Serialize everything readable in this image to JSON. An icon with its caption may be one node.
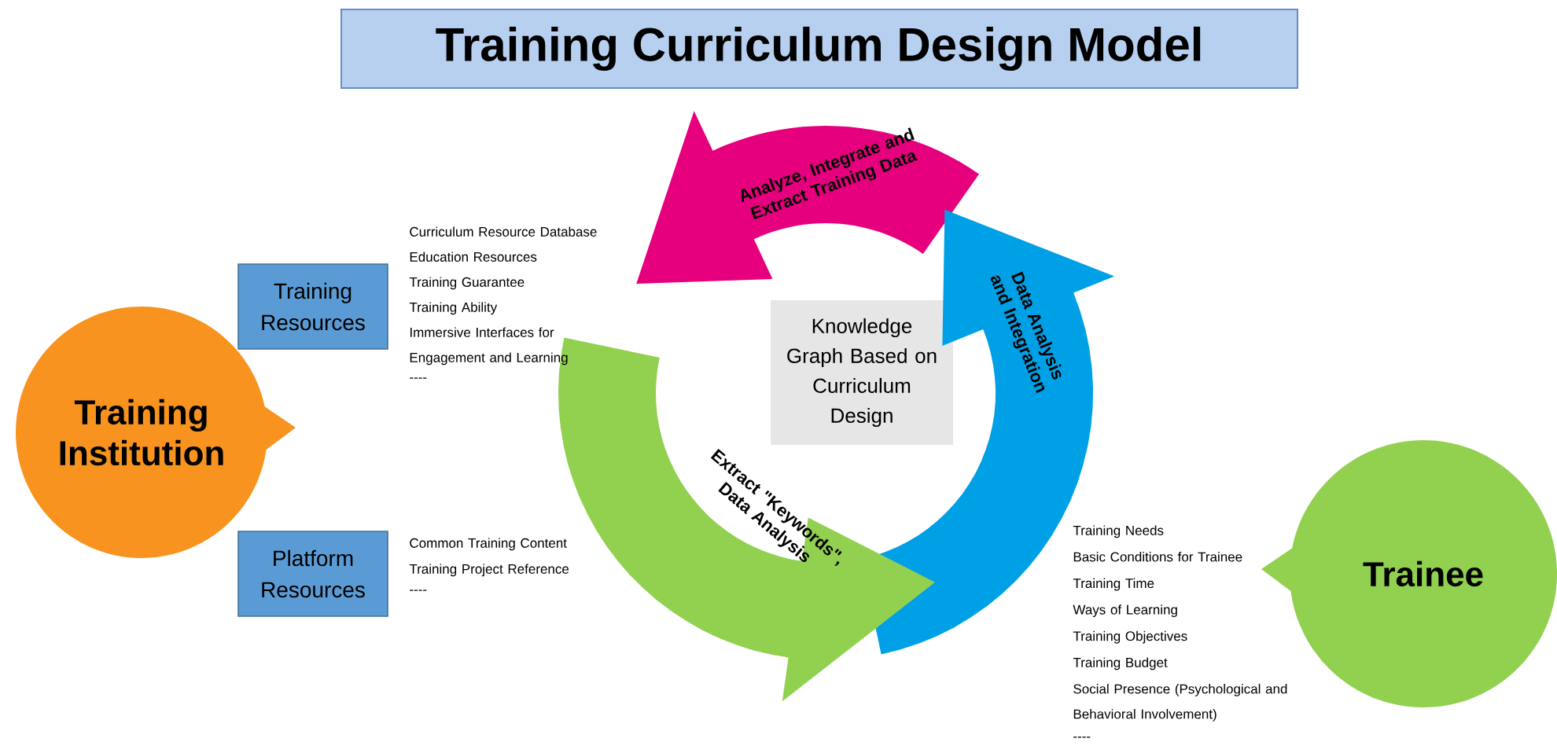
{
  "diagram": {
    "title": "Training Curriculum  Design Model",
    "nodes": [
      {
        "text": [
          "Training Institution"
        ]
      },
      {
        "text": [
          "Training Resources"
        ]
      },
      {
        "text": [
          "Platform Resources"
        ]
      },
      {
        "text": [
          "Knowledge Graph Based on Curriculum Design"
        ]
      },
      {
        "text": [
          "Trainee"
        ]
      },
      {
        "text": [
          "Analyze, Integrate and Extract Training Data"
        ]
      },
      {
        "text": [
          "Data Analysis and Integration"
        ]
      },
      {
        "text": [
          "Extract \"Keywords\", Data Analysis"
        ]
      }
    ],
    "labels": [
      "Curriculum  Resource Database",
      "Education Resources",
      "Training  Guarantee",
      "Training Ability",
      "Immersive Interfaces for Engagement and Learning",
      "----",
      "Common Training  Content",
      "Training Project  Reference",
      "----",
      "Training Needs",
      "Basic Conditions for Trainee",
      "Training Time",
      "Ways of Learning",
      "Training Objectives",
      "Training Budget",
      "Social Presence (Psychological and Behavioral Involvement)",
      "----"
    ]
  }
}
